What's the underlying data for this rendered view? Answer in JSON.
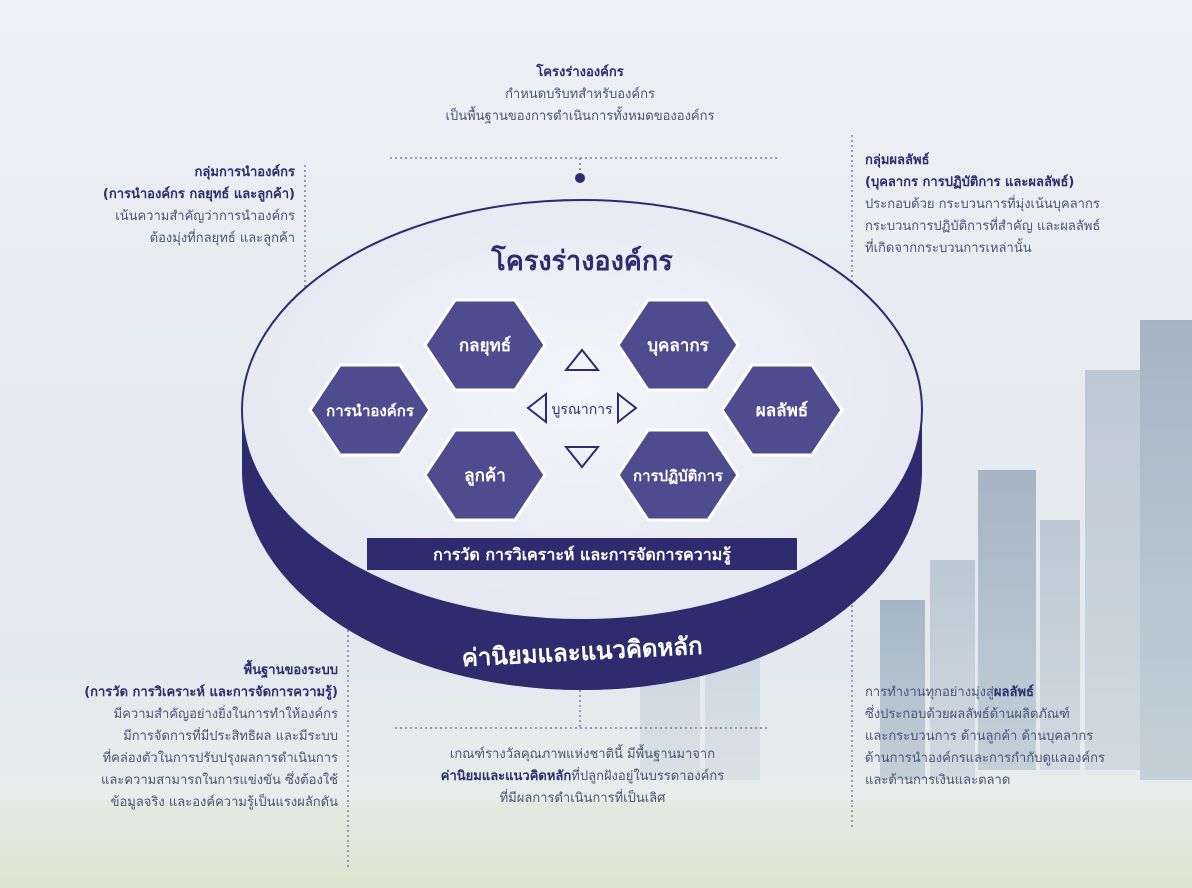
{
  "colors": {
    "navy": "#2e2b6e",
    "hexagon": "#4f4b8f",
    "ellipse_top": "#eef0f7",
    "dotted": "#7a7fa3"
  },
  "top_block": {
    "title": "โครงร่างองค์กร",
    "line1": "กำหนดบริบทสำหรับองค์กร",
    "line2": "เป็นพื้นฐานของการดำเนินการทั้งหมดขององค์กร"
  },
  "leadership_block": {
    "title": "กลุ่มการนำองค์กร",
    "subtitle": "(การนำองค์กร กลยุทธ์ และลูกค้า)",
    "line1": "เน้นความสำคัญว่าการนำองค์กร",
    "line2": "ต้องมุ่งที่กลยุทธ์ และลูกค้า"
  },
  "results_block": {
    "title": "กลุ่มผลลัพธ์",
    "subtitle": "(บุคลากร การปฏิบัติการ และผลลัพธ์)",
    "line1": "ประกอบด้วย กระบวนการที่มุ่งเน้นบุคลากร",
    "line2": "กระบวนการปฏิบัติการที่สำคัญ และผลลัพธ์",
    "line3": "ที่เกิดจากกระบวนการเหล่านั้น"
  },
  "foundation_block": {
    "title": "พื้นฐานของระบบ",
    "subtitle": "(การวัด การวิเคราะห์ และการจัดการความรู้)",
    "line1": "มีความสำคัญอย่างยิ่งในการทำให้องค์กร",
    "line2": "มีการจัดการที่มีประสิทธิผล และมีระบบ",
    "line3": "ที่คล่องตัวในการปรับปรุงผลการดำเนินการ",
    "line4": "และความสามารถในการแข่งขัน ซึ่งต้องใช้",
    "line5": "ข้อมูลจริง และองค์ความรู้เป็นแรงผลักดัน"
  },
  "values_block": {
    "line1": "เกณฑ์รางวัลคุณภาพแห่งชาตินี้ มีพื้นฐานมาจาก",
    "line2_bold": "ค่านิยมและแนวคิดหลัก",
    "line2_rest": "ที่ปลูกฝังอยู่ในบรรดาองค์กร",
    "line3": "ที่มีผลการดำเนินการที่เป็นเลิศ"
  },
  "work_block": {
    "line1_rest": "การทำงานทุกอย่างมุ่งสู่",
    "line1_bold": "ผลลัพธ์",
    "line2": "ซึ่งประกอบด้วยผลลัพธ์ด้านผลิตภัณฑ์",
    "line3": "และกระบวนการ ด้านลูกค้า ด้านบุคลากร",
    "line4": "ด้านการนำองค์กรและการกำกับดูแลองค์กร",
    "line5": "และด้านการเงินและตลาด"
  },
  "diagram": {
    "ellipse_title": "โครงร่างองค์กร",
    "base_label": "ค่านิยมและแนวคิดหลัก",
    "measure_bar": "การวัด การวิเคราะห์ และการจัดการความรู้",
    "integration": "บูรณาการ",
    "hex_leadership": "การนำองค์กร",
    "hex_strategy": "กลยุทธ์",
    "hex_customers": "ลูกค้า",
    "hex_workforce": "บุคลากร",
    "hex_operations": "การปฏิบัติการ",
    "hex_results": "ผลลัพธ์"
  }
}
